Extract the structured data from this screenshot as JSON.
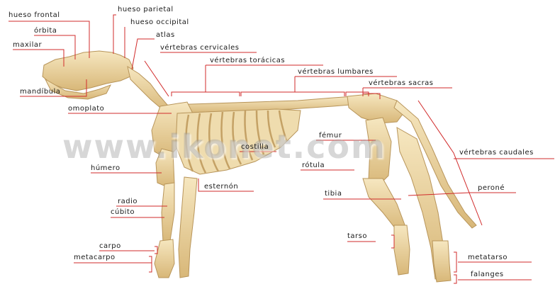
{
  "watermark": "www.ikonet.com",
  "labels": {
    "hueso_frontal": "hueso frontal",
    "hueso_parietal": "hueso parietal",
    "hueso_occipital": "hueso occipital",
    "orbita": "órbita",
    "atlas": "atlas",
    "maxilar": "maxilar",
    "vertebras_cervicales": "vértebras cervicales",
    "vertebras_toracicas": "vértebras torácicas",
    "vertebras_lumbares": "vértebras lumbares",
    "vertebras_sacras": "vértebras sacras",
    "mandibula": "mandíbula",
    "omoplato": "omoplato",
    "femur": "fémur",
    "costilla": "costilla",
    "vertebras_caudales": "vértebras caudales",
    "rotula": "rótula",
    "humero": "húmero",
    "esternon": "esternón",
    "tibia": "tibia",
    "perone": "peroné",
    "radio": "radio",
    "cubito": "cúbito",
    "tarso": "tarso",
    "carpo": "carpo",
    "metacarpo": "metacarpo",
    "metatarso": "metatarso",
    "falanges": "falanges"
  },
  "colors": {
    "bone": "#e9d39e",
    "bone_shade": "#c9a866",
    "leader": "#d12b2b",
    "text": "#1a1a1a"
  }
}
